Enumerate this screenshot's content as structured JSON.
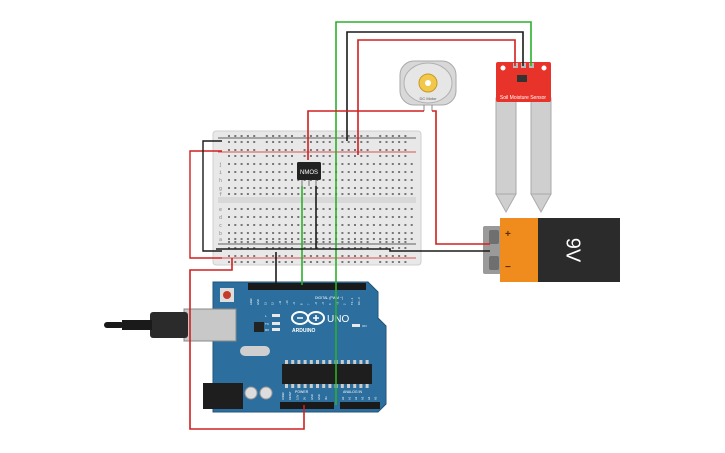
{
  "circuit": {
    "mosfet_label": "NMOS",
    "motor_label": "DC Motor",
    "sensor_label": "Soil Moisture Sensor",
    "battery_label": "9V",
    "battery_plus": "+",
    "battery_minus": "−",
    "arduino": {
      "brand": "ARDUINO",
      "model": "UNO",
      "digital_label": "DIGITAL (PWM ~)",
      "power_label": "POWER",
      "analog_label": "ANALOG IN",
      "tx_label": "TX",
      "rx_label": "RX",
      "l_label": "L",
      "on_label": "ON",
      "power_pins": [
        "IOREF",
        "RESET",
        "3.3V",
        "5V",
        "GND",
        "GND",
        "Vin"
      ],
      "analog_pins": [
        "A0",
        "A1",
        "A2",
        "A3",
        "A4",
        "A5"
      ],
      "digital_pins": [
        "AREF",
        "GND",
        "13",
        "12",
        "~11",
        "~10",
        "~9",
        "8",
        "7",
        "~6",
        "~5",
        "4",
        "~3",
        "2",
        "TX→1",
        "RX←0"
      ]
    },
    "breadboard": {
      "row_letters_top": [
        "j",
        "i",
        "h",
        "g",
        "f"
      ],
      "row_letters_bottom": [
        "e",
        "d",
        "c",
        "b",
        "a"
      ]
    }
  },
  "colors": {
    "wire_red": "#d12020",
    "wire_black": "#1a1a1a",
    "wire_green": "#2bb02b",
    "arduino_blue": "#2c6f9e",
    "sensor_red": "#e8332a",
    "battery_orange": "#f08c1e",
    "battery_black": "#2b2b2b",
    "breadboard": "#e6e6e6"
  }
}
